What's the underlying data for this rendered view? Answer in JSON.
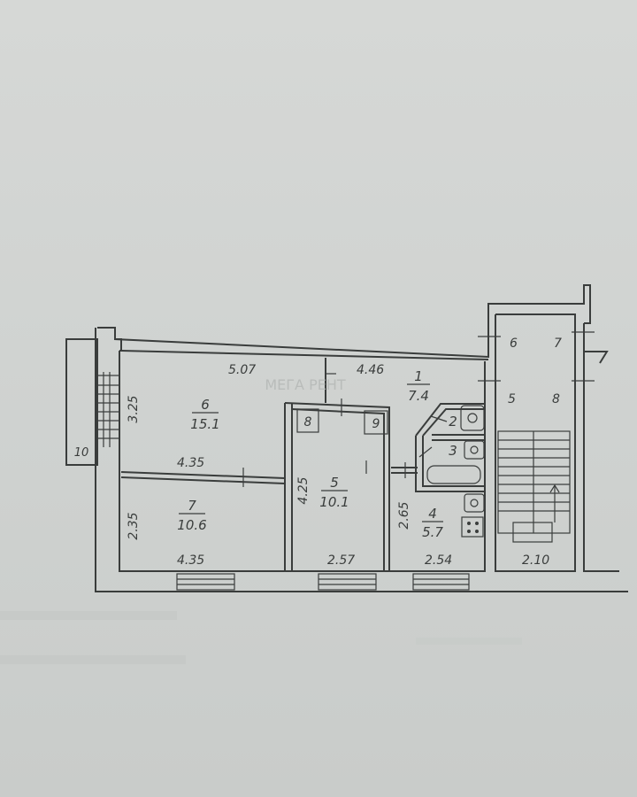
{
  "plan": {
    "rooms": [
      {
        "number": "1",
        "area": "7.4"
      },
      {
        "number": "2",
        "area": ""
      },
      {
        "number": "3",
        "area": ""
      },
      {
        "number": "4",
        "area": "5.7"
      },
      {
        "number": "5",
        "area": "10.1"
      },
      {
        "number": "6",
        "area": "15.1"
      },
      {
        "number": "7",
        "area": "10.6"
      },
      {
        "number": "8",
        "area": ""
      },
      {
        "number": "9",
        "area": ""
      }
    ],
    "dimensions": {
      "top_left": "5.07",
      "top_mid": "4.46",
      "room6_height": "3.25",
      "room6_bottom": "4.35",
      "room7_bottom": "4.35",
      "room7_height": "2.35",
      "room5_height": "4.25",
      "room5_bottom": "2.57",
      "room4_height": "2.65",
      "room4_bottom": "2.54",
      "stair_bottom": "2.10",
      "balcony": "10"
    },
    "stairwell": {
      "labels": [
        "6",
        "7",
        "5",
        "8"
      ]
    },
    "watermark": "МЕГА РЕНТ"
  }
}
